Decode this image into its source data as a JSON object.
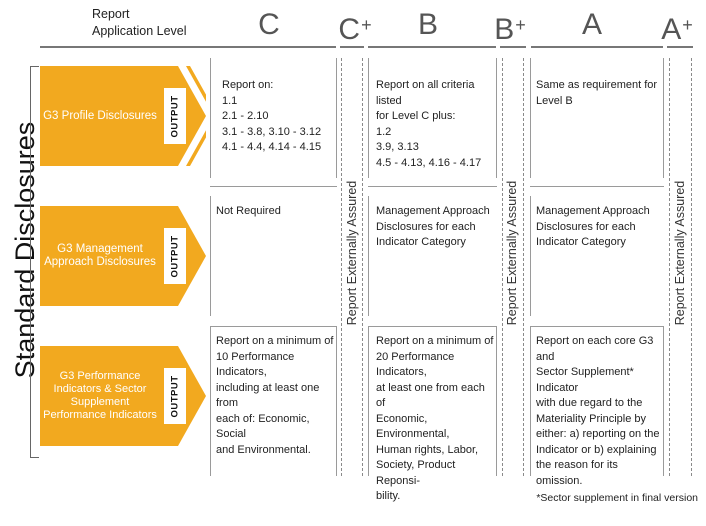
{
  "header": {
    "label_line1": "Report",
    "label_line2": "Application Level",
    "levels": {
      "c": "C",
      "c_plus_letter": "C",
      "c_plus_sign": "+",
      "b": "B",
      "b_plus_letter": "B",
      "b_plus_sign": "+",
      "a": "A",
      "a_plus_letter": "A",
      "a_plus_sign": "+"
    }
  },
  "side_title": "Standard Disclosures",
  "colors": {
    "arrow_fill": "#F2A91F",
    "rule": "#777777",
    "grid": "#9a9a9a"
  },
  "rows": [
    {
      "arrow_label": "G3 Profile Disclosures",
      "output": "OUTPUT"
    },
    {
      "arrow_label": "G3 Management Approach Disclosures",
      "output": "OUTPUT"
    },
    {
      "arrow_label": "G3 Performance Indicators & Sector Supplement Performance Indicators",
      "output": "OUTPUT"
    }
  ],
  "cells": {
    "r1_c": [
      "Report on:",
      "1.1",
      "2.1 - 2.10",
      "3.1 - 3.8, 3.10 - 3.12",
      "4.1 - 4.4, 4.14 - 4.15"
    ],
    "r1_b": [
      "Report on all criteria listed",
      "for Level C plus:",
      "1.2",
      "3.9, 3.13",
      "4.5 - 4.13, 4.16 - 4.17"
    ],
    "r1_a": [
      "Same  as requirement for",
      "Level B"
    ],
    "r2_c": [
      "Not Required"
    ],
    "r2_b": [
      "Management Approach",
      "Disclosures for each",
      "Indicator Category"
    ],
    "r2_a": [
      "Management Approach",
      "Disclosures for each",
      "Indicator Category"
    ],
    "r3_c": [
      "Report on a minimum of",
      "10 Performance Indicators,",
      "including at least one from",
      "each of: Economic, Social",
      "and Environmental."
    ],
    "r3_b": [
      "Report on a minimum of",
      "20 Performance Indicators,",
      "at least one from each of",
      "Economic, Environmental,",
      "Human rights, Labor,",
      "Society, Product Reponsi-",
      "bility."
    ],
    "r3_a": [
      "Report on each core G3 and",
      "Sector Supplement* Indicator",
      "with due regard to the",
      "Materiality Principle by",
      "either: a) reporting on the",
      "Indicator or b) explaining",
      "the reason for its omission."
    ]
  },
  "assured": {
    "c_plus": "Report Externally Assured",
    "b_plus": "Report Externally Assured",
    "a_plus": "Report Externally Assured"
  },
  "footnote": "*Sector supplement in final version"
}
